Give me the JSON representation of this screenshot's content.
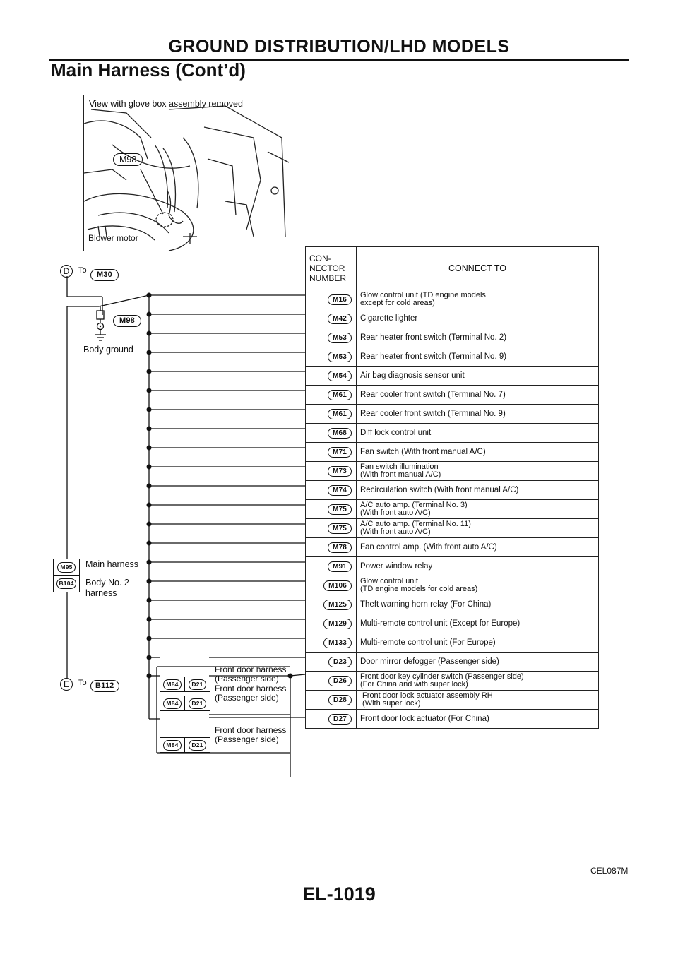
{
  "header": {
    "title": "GROUND DISTRIBUTION/LHD MODELS",
    "subtitle": "Main Harness (Cont’d)"
  },
  "photo": {
    "caption": "View with glove box assembly removed",
    "connector": "M98",
    "component": "Blower motor"
  },
  "table": {
    "col_connector": "CON-\nNECTOR\nNUMBER",
    "col_dest": "CONNECT TO",
    "rows": [
      {
        "id": "M16",
        "dest": "Glow control unit (TD engine models\nexcept for cold areas)"
      },
      {
        "id": "M42",
        "dest": "Cigarette lighter"
      },
      {
        "id": "M53",
        "dest": "Rear heater front switch (Terminal No. 2)"
      },
      {
        "id": "M53",
        "dest": "Rear heater front switch (Terminal No. 9)"
      },
      {
        "id": "M54",
        "dest": "Air bag diagnosis sensor unit"
      },
      {
        "id": "M61",
        "dest": "Rear cooler front switch (Terminal No. 7)"
      },
      {
        "id": "M61",
        "dest": "Rear cooler front switch (Terminal No. 9)"
      },
      {
        "id": "M68",
        "dest": "Diff lock control unit"
      },
      {
        "id": "M71",
        "dest": "Fan switch (With front manual A/C)"
      },
      {
        "id": "M73",
        "dest": "Fan switch illumination\n(With front manual A/C)"
      },
      {
        "id": "M74",
        "dest": "Recirculation switch (With front manual A/C)"
      },
      {
        "id": "M75",
        "dest": "A/C auto amp. (Terminal No. 3)\n(With front auto A/C)"
      },
      {
        "id": "M75",
        "dest": "A/C auto amp. (Terminal No. 11)\n(With front auto A/C)"
      },
      {
        "id": "M78",
        "dest": "Fan control amp. (With front auto A/C)"
      },
      {
        "id": "M91",
        "dest": "Power window relay"
      },
      {
        "id": "M106",
        "dest": "Glow control unit\n(TD engine models for cold areas)"
      },
      {
        "id": "M125",
        "dest": "Theft warning horn relay (For China)"
      },
      {
        "id": "M129",
        "dest": "Multi-remote control unit (Except for Europe)"
      },
      {
        "id": "M133",
        "dest": "Multi-remote control unit (For Europe)"
      },
      {
        "id": "D23",
        "dest": "Door mirror defogger (Passenger side)"
      },
      {
        "id": "D26",
        "dest": "Front door key cylinder switch (Passenger side)\n(For China and with super lock)"
      },
      {
        "id": "D28",
        "dest": " Front door lock actuator assembly RH\n (With super lock)"
      },
      {
        "id": "D27",
        "dest": "Front door lock actuator (For China)"
      }
    ]
  },
  "left": {
    "d_letter": "D",
    "to_word": "To",
    "d_target": "M30",
    "ground_conn": "M98",
    "ground_label": "Body ground",
    "main_conn": "M95",
    "main_label": "Main harness",
    "body_conn": "B104",
    "body_label": "Body No. 2\nharness",
    "e_letter": "E",
    "e_target": "B112"
  },
  "door_harness": [
    {
      "left": "M84",
      "right": "D21",
      "label": "Front door harness\n(Passenger side)"
    },
    {
      "left": "M84",
      "right": "D21",
      "label": "Front door harness\n(Passenger side)"
    },
    {
      "left": "M84",
      "right": "D21",
      "label": "Front door harness\n(Passenger side)"
    }
  ],
  "figure_id": "CEL087M",
  "page_number": "EL-1019"
}
